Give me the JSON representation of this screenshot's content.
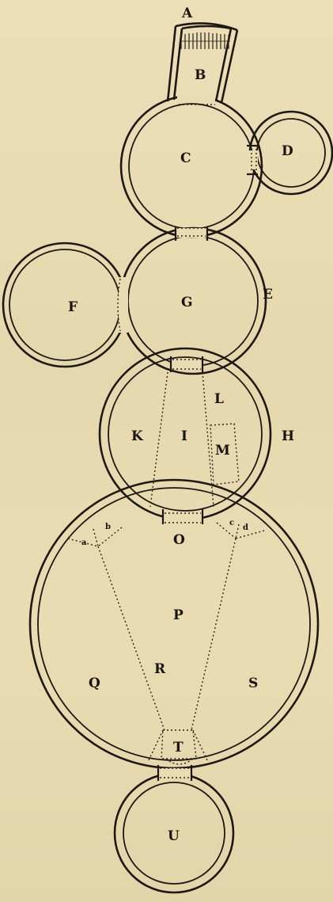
{
  "figure": {
    "labels": {
      "A": "A",
      "B": "B",
      "C": "C",
      "D": "D",
      "E": "E",
      "F": "F",
      "G": "G",
      "H": "H",
      "I": "I",
      "K": "K",
      "L": "L",
      "M": "M",
      "O": "O",
      "P": "P",
      "Q": "Q",
      "R": "R",
      "S": "S",
      "T": "T",
      "U": "U",
      "a": "a",
      "b": "b",
      "c": "c",
      "d": "d"
    },
    "colors": {
      "paper": "#e9dcb3",
      "ink": "#1e1812"
    }
  }
}
